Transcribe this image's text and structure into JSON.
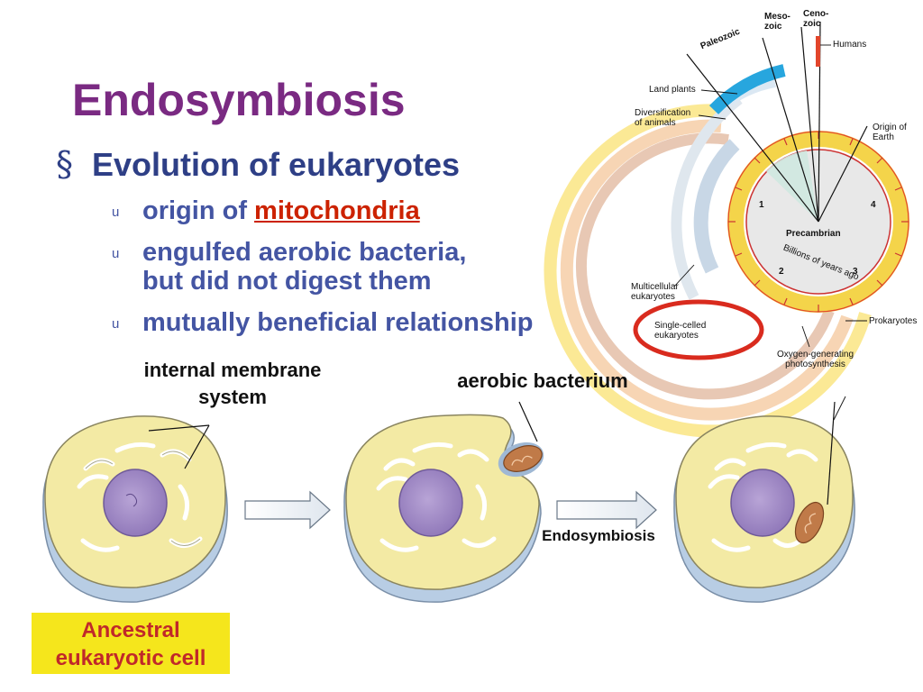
{
  "slide": {
    "title": "Endosymbiosis",
    "bullet": "Evolution of eukaryotes",
    "bullet_marker": "§",
    "sub_marker": "u",
    "sub_items": [
      {
        "prefix": "origin of ",
        "highlight": "mitochondria"
      },
      {
        "line1": "engulfed aerobic bacteria,",
        "line2": "but did not digest them"
      },
      {
        "text": "mutually beneficial relationship"
      }
    ]
  },
  "diagram": {
    "label_membrane_line1": "internal membrane",
    "label_membrane_line2": "system",
    "label_bacterium": "aerobic bacterium",
    "label_process": "Endosymbiosis",
    "label_ancestral_line1": "Ancestral",
    "label_ancestral_line2": "eukaryotic cell"
  },
  "timeline": {
    "eras": [
      "Paleozoic",
      "Meso-",
      "zoic",
      "Ceno-",
      "zoic"
    ],
    "center_label": "Precambrian",
    "axis_label": "Billions of years ago",
    "ticks": [
      "1",
      "2",
      "3",
      "4"
    ],
    "events": {
      "humans": "Humans",
      "land_plants": "Land plants",
      "diversification_1": "Diversification",
      "diversification_2": "of animals",
      "origin_1": "Origin of",
      "origin_2": "Earth",
      "multicellular_1": "Multicellular",
      "multicellular_2": "eukaryotes",
      "single_1": "Single-celled",
      "single_2": "eukaryotes",
      "prokaryotes": "Prokaryotes",
      "oxygen_1": "Oxygen-generating",
      "oxygen_2": "photosynthesis"
    }
  },
  "colors": {
    "title": "#7a2a82",
    "text": "#2e3f86",
    "highlight": "#cc2200",
    "cell_fill": "#f3eaa4",
    "cell_side": "#b8cde4",
    "nucleus": "#a58fc9",
    "mitochondrion": "#c07a48",
    "label_box": "#f5e61c",
    "label_box_text": "#c0282a",
    "circle_marker": "#d92b1e"
  }
}
